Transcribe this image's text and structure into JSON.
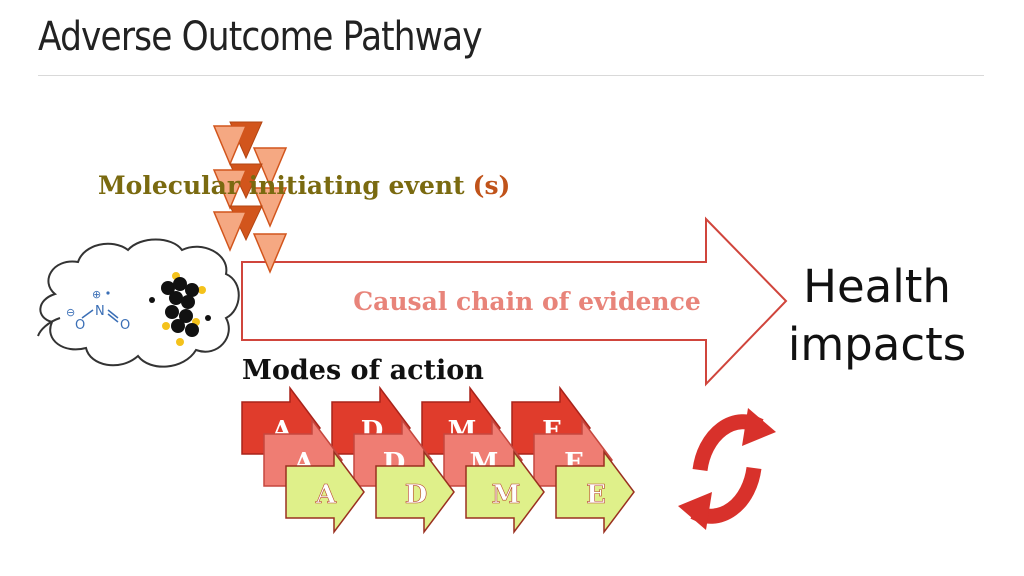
{
  "title": "Adverse Outcome Pathway",
  "molecular_event": {
    "label": "Molecular initiating event",
    "suffix": "(s)"
  },
  "causal_chain": "Causal chain of evidence",
  "outcome": {
    "line1": "Health",
    "line2": "impacts"
  },
  "modes_label": "Modes of action",
  "moa_letters": [
    "A",
    "D",
    "M",
    "E"
  ],
  "molecule": {
    "plus": "⊕",
    "minus": "⊖",
    "nitrogen": "N",
    "oxygen_a": "O",
    "oxygen_b": "O"
  },
  "colors": {
    "title": "#222222",
    "mie_text": "#7a6a10",
    "mie_suffix": "#c0531a",
    "triangle_dark": "#d2551c",
    "triangle_light": "#f5a882",
    "causal_text": "#e8847a",
    "big_arrow_stroke": "#d0453c",
    "row1": "#e03c2c",
    "row2": "#ef7d73",
    "row3": "#dff08a",
    "cycle": "#d8312b"
  }
}
